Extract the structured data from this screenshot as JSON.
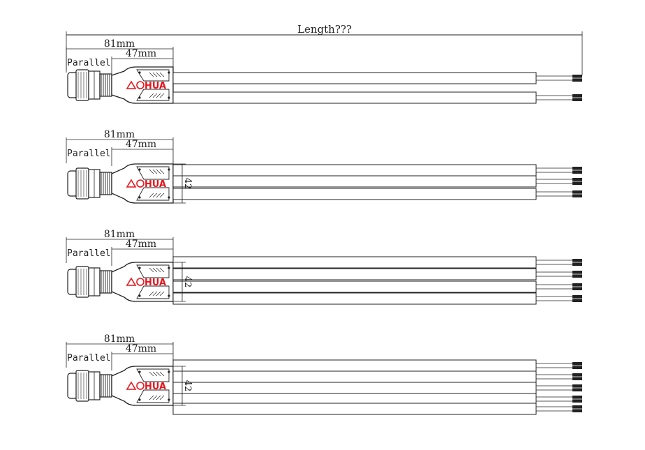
{
  "header": {
    "total_length_label": "Length???"
  },
  "brand": {
    "logo_text": "HUA",
    "logo_color": "#e8141c"
  },
  "colors": {
    "line": "#222222",
    "wire_fill": "#ffffff"
  },
  "rows": [
    {
      "overall_label": "81mm",
      "body_label": "47mm",
      "type_label": "Parallel",
      "width_label": "",
      "wire_count": 2
    },
    {
      "overall_label": "81mm",
      "body_label": "47mm",
      "type_label": "Parallel",
      "width_label": "42",
      "wire_count": 3
    },
    {
      "overall_label": "81mm",
      "body_label": "47mm",
      "type_label": "Parallel",
      "width_label": "42",
      "wire_count": 4
    },
    {
      "overall_label": "81mm",
      "body_label": "47mm",
      "type_label": "Parallel",
      "width_label": "42",
      "wire_count": 5
    }
  ]
}
